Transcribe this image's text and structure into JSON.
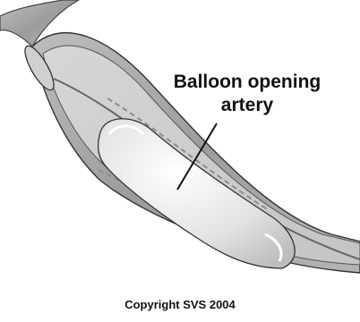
{
  "figure": {
    "callout": {
      "line1": "Balloon opening",
      "line2": "artery"
    },
    "copyright": "Copyright SVS 2004"
  },
  "colors": {
    "vessel_wall": "#a8a8a8",
    "vessel_inner": "#cfcfcf",
    "balloon": "#e6e6e6",
    "outline": "#333333",
    "text": "#111111"
  }
}
